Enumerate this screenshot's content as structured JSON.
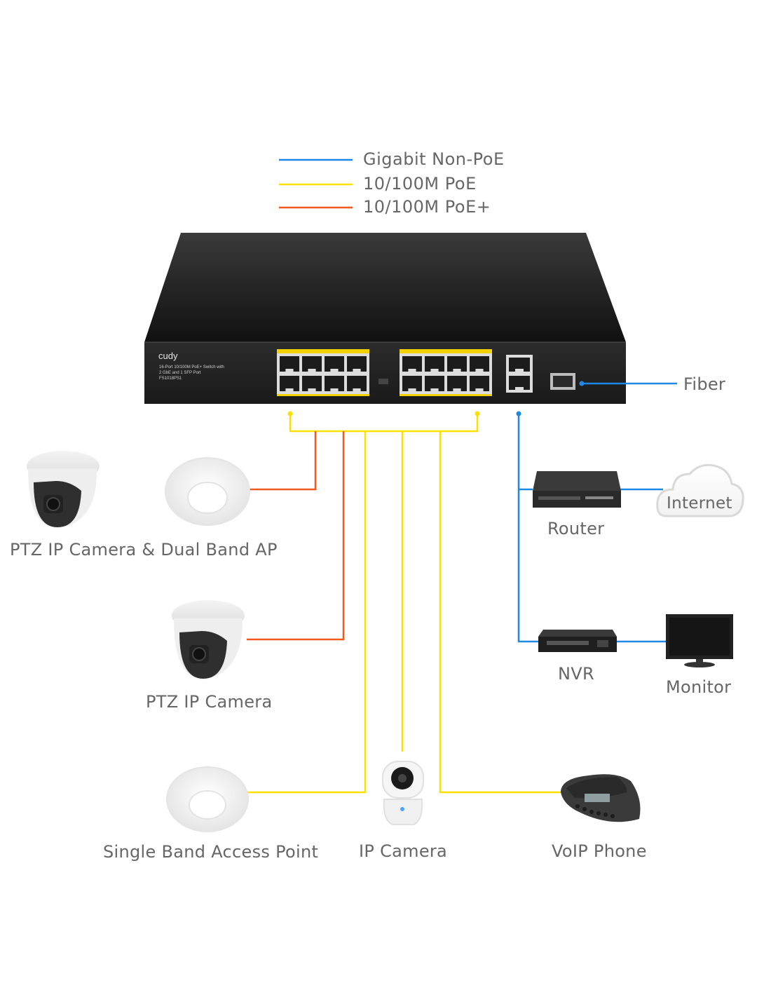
{
  "legend": [
    {
      "label": "Gigabit Non-PoE",
      "color": "#1e88e5"
    },
    {
      "label": "10/100M PoE",
      "color": "#fbe000"
    },
    {
      "label": "10/100M PoE+",
      "color": "#f15a1f"
    }
  ],
  "switch": {
    "brand": "cudy",
    "desc_line1": "16-Port 10/100M PoE+ Switch with",
    "desc_line2": "2 GbE and 1 SFP Port",
    "model": "FS1018PS1"
  },
  "devices": {
    "fiber": "Fiber",
    "router": "Router",
    "internet": "Internet",
    "nvr": "NVR",
    "monitor": "Monitor",
    "ptz_ap": "PTZ IP Camera & Dual Band AP",
    "ptz": "PTZ IP Camera",
    "single_ap": "Single Band Access Point",
    "ip_camera": "IP Camera",
    "voip": "VoIP Phone"
  },
  "colors": {
    "gigabit": "#1e88e5",
    "poe": "#fbe000",
    "poe_plus": "#f15a1f"
  }
}
